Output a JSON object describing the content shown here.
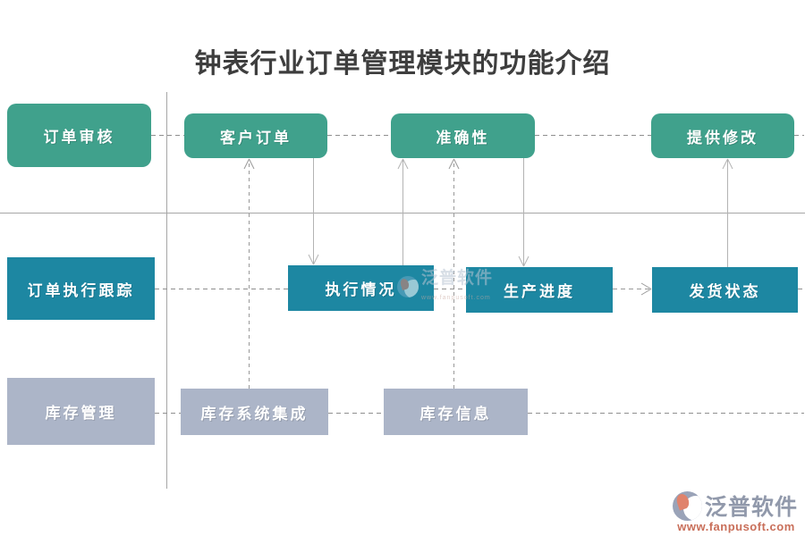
{
  "title": "钟表行业订单管理模块的功能介绍",
  "lanes": [
    {
      "id": "order-review",
      "label": "订单审核",
      "color": "#40a18c",
      "items": [
        {
          "label": "客户订单"
        },
        {
          "label": "准确性"
        },
        {
          "label": "提供修改"
        }
      ]
    },
    {
      "id": "order-execution-tracking",
      "label": "订单执行跟踪",
      "color": "#1d87a2",
      "items": [
        {
          "label": "执行情况"
        },
        {
          "label": "生产进度"
        },
        {
          "label": "发货状态"
        }
      ]
    },
    {
      "id": "inventory-management",
      "label": "库存管理",
      "color": "#acb5c8",
      "items": [
        {
          "label": "库存系统集成"
        },
        {
          "label": "库存信息"
        }
      ]
    }
  ],
  "edges": [
    {
      "from": "库存系统集成",
      "to": "客户订单",
      "style": "dashed",
      "direction": "up"
    },
    {
      "from": "客户订单",
      "to": "执行情况",
      "style": "solid",
      "direction": "down"
    },
    {
      "from": "执行情况",
      "to": "准确性",
      "style": "solid",
      "direction": "up"
    },
    {
      "from": "库存信息",
      "to": "准确性",
      "style": "dashed",
      "direction": "up"
    },
    {
      "from": "准确性",
      "to": "生产进度",
      "style": "solid",
      "direction": "down"
    },
    {
      "from": "生产进度",
      "to": "发货状态",
      "style": "dashed",
      "direction": "right"
    },
    {
      "from": "发货状态",
      "to": "提供修改",
      "style": "solid",
      "direction": "up"
    }
  ],
  "colors": {
    "row1_green": "#40a18c",
    "row2_teal": "#1d87a2",
    "row3_gray": "#acb5c8",
    "divider_line": "#a6a6a6",
    "dashed_line": "#8f8f8f",
    "solid_arrow": "#b3b3b3",
    "title_text": "#3e3e3e",
    "watermark_url": "#c96f5a"
  },
  "watermark": {
    "brand": "泛普软件",
    "url": "www.fanpusoft.com"
  },
  "watermark_center": {
    "brand": "泛普软件",
    "tiny": "www.fanpusoft.com"
  }
}
